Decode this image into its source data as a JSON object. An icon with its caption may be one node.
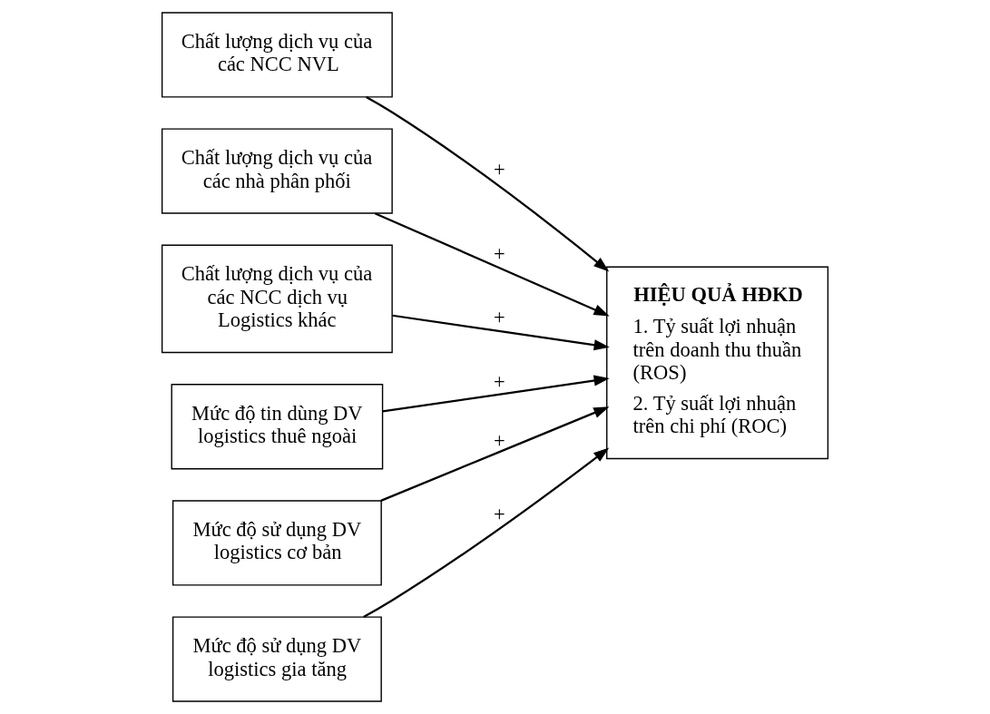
{
  "diagram": {
    "nodes": [
      {
        "text": [
          "Chất lượng dịch vụ của các NCC NVL"
        ]
      },
      {
        "text": [
          "Chất lượng dịch vụ của các nhà phân phối"
        ]
      },
      {
        "text": [
          "Chất lượng dịch vụ của các NCC dịch vụ Logistics khác"
        ]
      },
      {
        "text": [
          "Mức độ tin dùng DV logistics thuê ngoài"
        ]
      },
      {
        "text": [
          "Mức độ sử dụng DV logistics cơ bản"
        ]
      },
      {
        "text": [
          "Mức độ sử dụng DV logistics gia tăng"
        ]
      },
      {
        "text": [
          "HIỆU QUẢ HĐKD",
          "1. Tỷ suất lợi nhuận trên doanh thu thuần (ROS)",
          "2. Tỷ suất lợi nhuận trên chi phí (ROC)"
        ]
      }
    ],
    "edges": [
      {
        "from": 0,
        "to": 6,
        "arrow": "to",
        "label": "+"
      },
      {
        "from": 1,
        "to": 6,
        "arrow": "to",
        "label": "+"
      },
      {
        "from": 2,
        "to": 6,
        "arrow": "to",
        "label": "+"
      },
      {
        "from": 3,
        "to": 6,
        "arrow": "to",
        "label": "+"
      },
      {
        "from": 4,
        "to": 6,
        "arrow": "to",
        "label": "+"
      },
      {
        "from": 5,
        "to": 6,
        "arrow": "to",
        "label": "+"
      }
    ]
  }
}
